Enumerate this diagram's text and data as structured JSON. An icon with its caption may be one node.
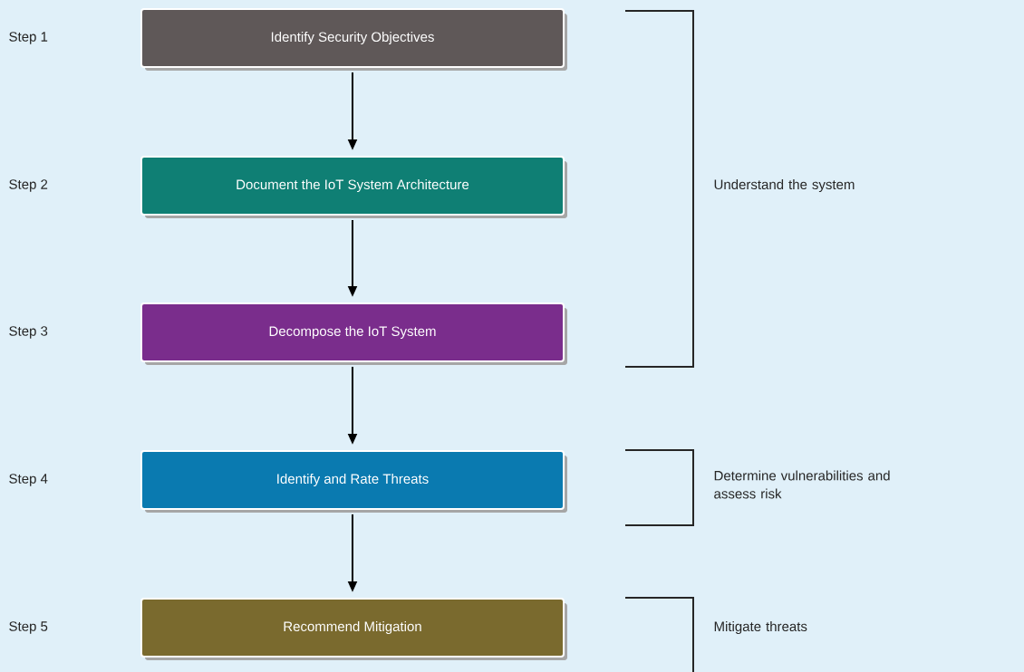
{
  "diagram": {
    "nodes": [
      {
        "text": [
          "Identify Security Objectives"
        ]
      },
      {
        "text": [
          "Document the IoT System Architecture"
        ]
      },
      {
        "text": [
          "Decompose the IoT System"
        ]
      },
      {
        "text": [
          "Identify and Rate Threats"
        ]
      },
      {
        "text": [
          "Recommend Mitigation"
        ]
      }
    ],
    "edges": [
      {
        "from": 0,
        "to": 1,
        "arrow": "to"
      },
      {
        "from": 1,
        "to": 2,
        "arrow": "to"
      },
      {
        "from": 2,
        "to": 3,
        "arrow": "to"
      },
      {
        "from": 3,
        "to": 4,
        "arrow": "to"
      }
    ],
    "labels": [
      "Step 1",
      "Step 2",
      "Understand the system",
      "Step 3",
      "Step 4",
      "Determine vulnerabilities and assess risk",
      "Step 5",
      "Mitigate threats"
    ]
  }
}
